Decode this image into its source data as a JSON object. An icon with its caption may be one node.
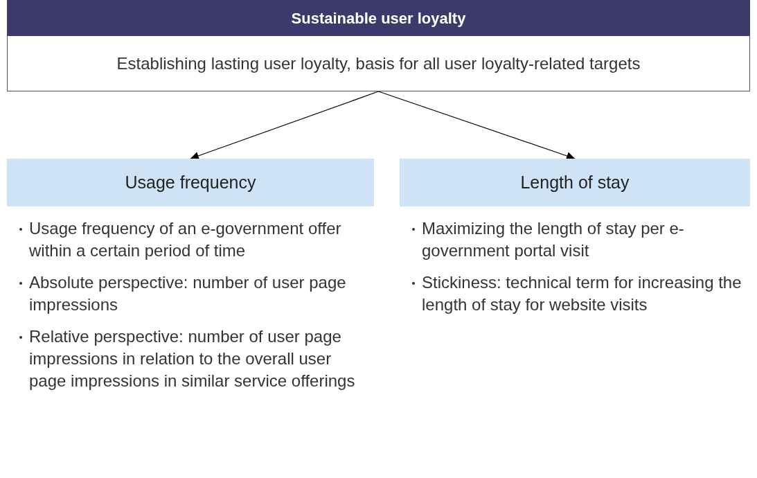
{
  "diagram": {
    "nodes": [
      {
        "text": [
          "Sustainable user loyalty",
          "Establishing lasting user loyalty, basis for all user loyalty-related targets"
        ]
      },
      {
        "text": [
          "Usage frequency"
        ],
        "beside": [
          "Usage frequency of an e-government offer within a certain period of time",
          "Absolute perspective: number of user page impressions",
          "Relative perspective: number of user page impressions in relation to the overall user page impressions in similar service offerings"
        ]
      },
      {
        "text": [
          "Length of stay"
        ],
        "beside": [
          "Maximizing the length of stay per e-government portal visit",
          "Stickiness: technical term for increasing the length of stay for website visits"
        ]
      }
    ],
    "edges": [
      {
        "from": 0,
        "to": 1,
        "arrow": "to"
      },
      {
        "from": 0,
        "to": 2,
        "arrow": "to"
      }
    ]
  }
}
